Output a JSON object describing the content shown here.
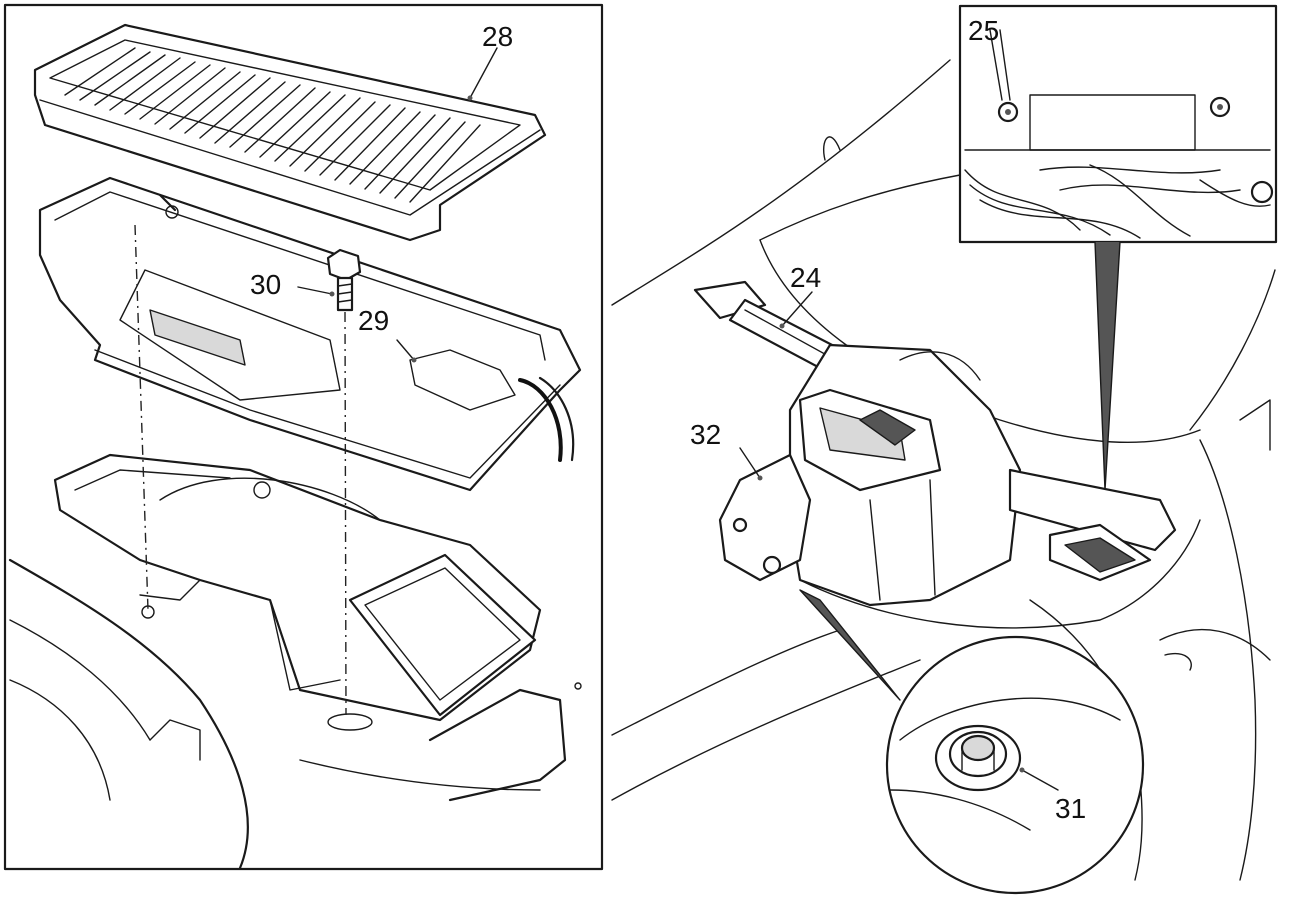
{
  "callouts": {
    "c24": "24",
    "c25": "25",
    "c28": "28",
    "c29": "29",
    "c30": "30",
    "c31": "31",
    "c32": "32"
  },
  "colors": {
    "ink": "#1a1a1a",
    "paper": "#ffffff"
  }
}
